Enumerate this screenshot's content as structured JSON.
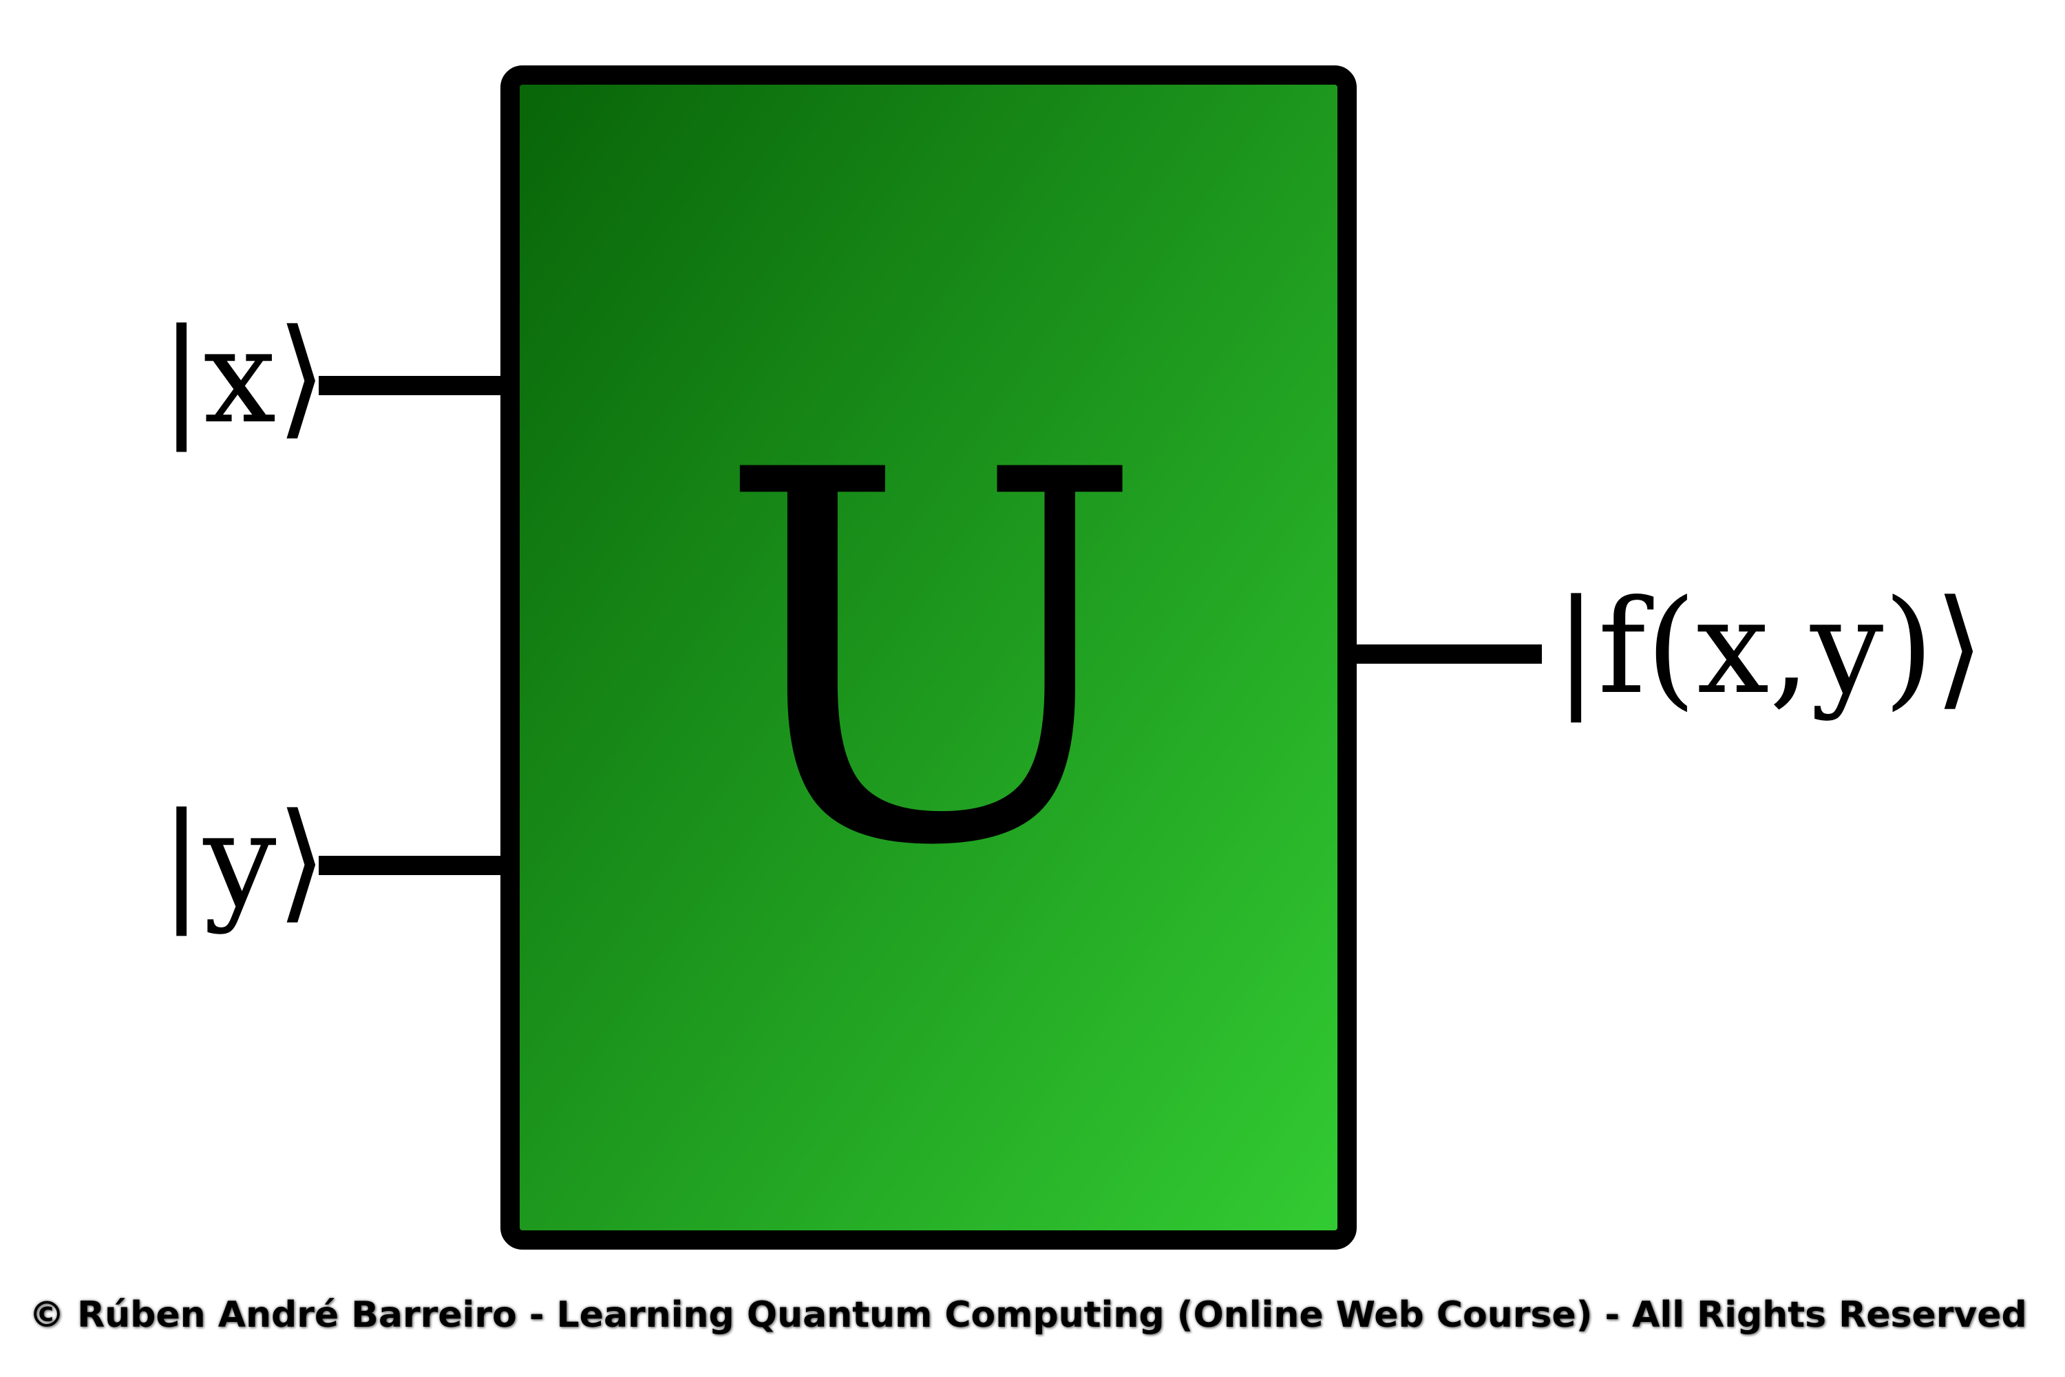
{
  "diagram": {
    "gate": {
      "label": "U",
      "gradient_start": "#086408",
      "gradient_end": "#33cc33",
      "border_color": "#000000"
    },
    "inputs": [
      {
        "label": "|x⟩"
      },
      {
        "label": "|y⟩"
      }
    ],
    "output": {
      "label": "|f(x,y)⟩"
    }
  },
  "footer": {
    "copyright": "© Rúben André Barreiro - Learning Quantum Computing (Online Web Course) - All Rights Reserved"
  }
}
